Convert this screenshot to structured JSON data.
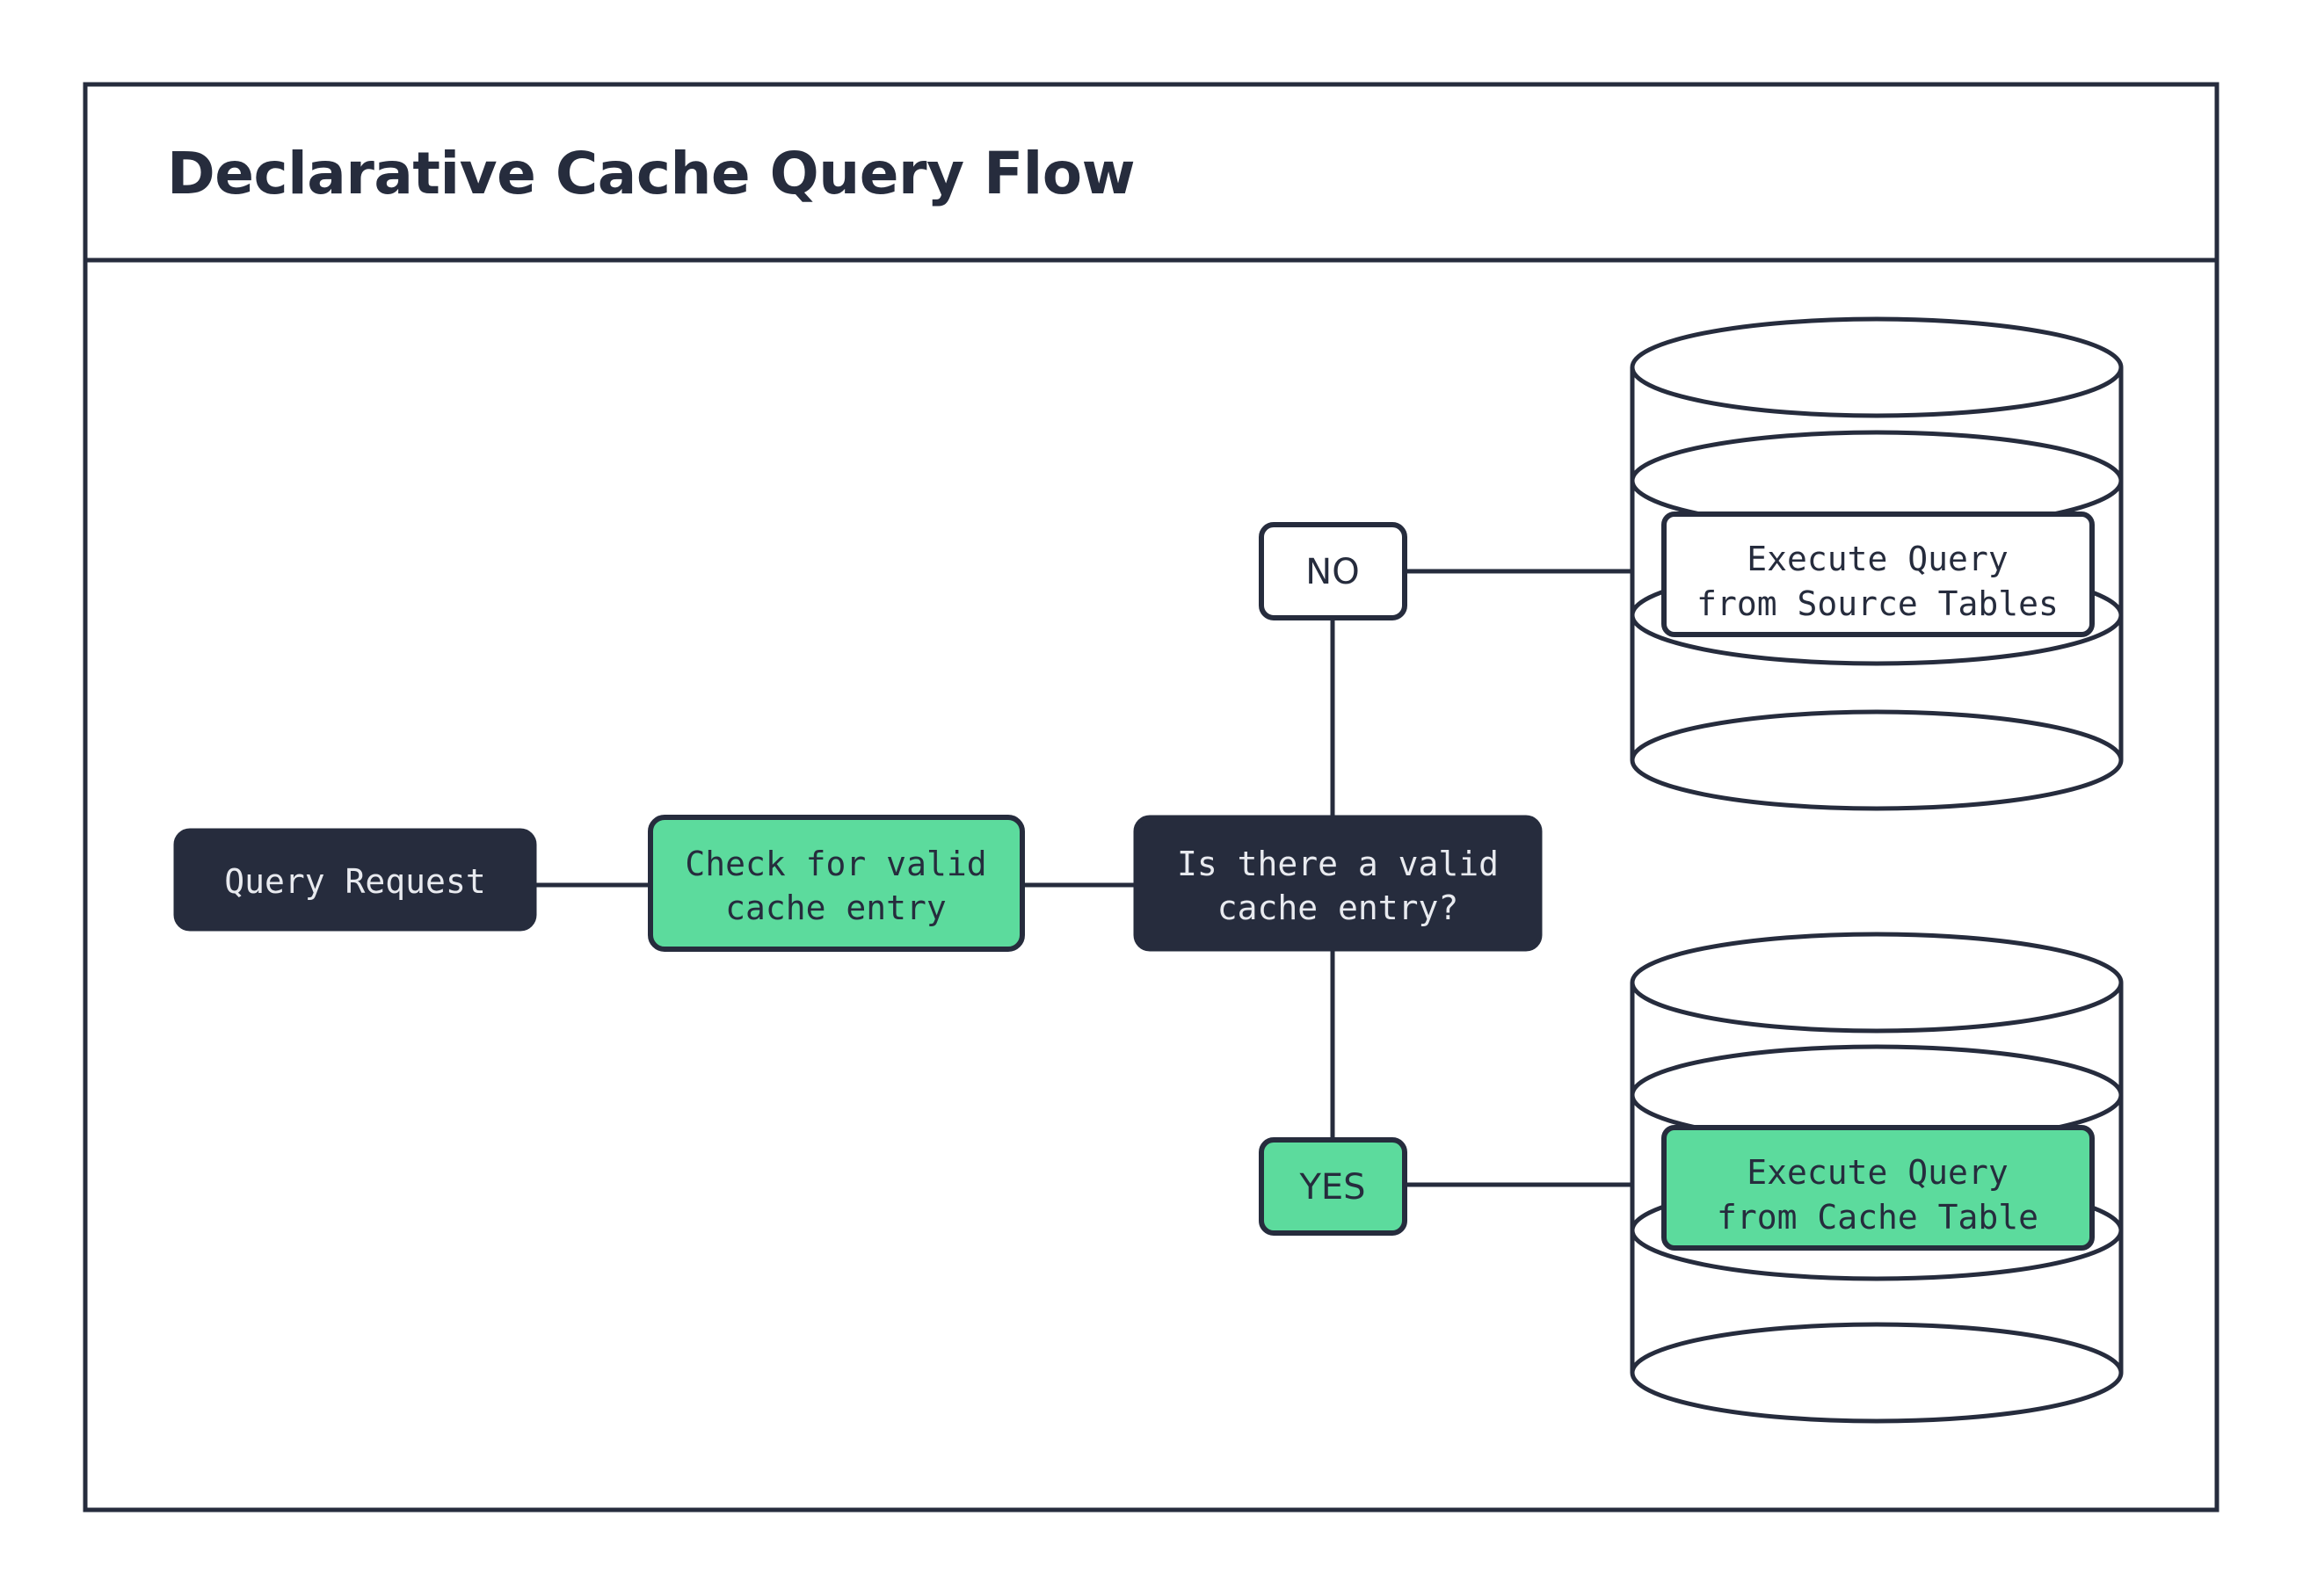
{
  "header": {
    "title": "Declarative Cache Query Flow"
  },
  "colors": {
    "ink": "#262c3d",
    "green": "#5cdb9d",
    "white": "#ffffff",
    "text_on_dark": "#e8eaef"
  },
  "diagram": {
    "nodes": [
      {
        "id": "query-request",
        "label": "Query Request",
        "style": "dark",
        "shape": "rounded-rect"
      },
      {
        "id": "check-cache",
        "label_lines": [
          "Check for valid",
          "cache entry"
        ],
        "style": "green",
        "shape": "rounded-rect"
      },
      {
        "id": "decision",
        "label_lines": [
          "Is there a valid",
          "cache entry?"
        ],
        "style": "dark",
        "shape": "rounded-rect"
      },
      {
        "id": "branch-no",
        "label": "NO",
        "style": "white",
        "shape": "rounded-rect"
      },
      {
        "id": "branch-yes",
        "label": "YES",
        "style": "green",
        "shape": "rounded-rect"
      },
      {
        "id": "source-db",
        "label_lines": [
          "Execute Query",
          "from Source Tables"
        ],
        "style": "white-on-cylinder",
        "shape": "database-cylinder"
      },
      {
        "id": "cache-db",
        "label_lines": [
          "Execute Query",
          "from Cache Table"
        ],
        "style": "green-on-cylinder",
        "shape": "database-cylinder"
      }
    ],
    "edges": [
      {
        "from": "query-request",
        "to": "check-cache"
      },
      {
        "from": "check-cache",
        "to": "decision"
      },
      {
        "from": "decision",
        "to": "branch-no"
      },
      {
        "from": "branch-no",
        "to": "source-db"
      },
      {
        "from": "decision",
        "to": "branch-yes"
      },
      {
        "from": "branch-yes",
        "to": "cache-db"
      }
    ]
  }
}
